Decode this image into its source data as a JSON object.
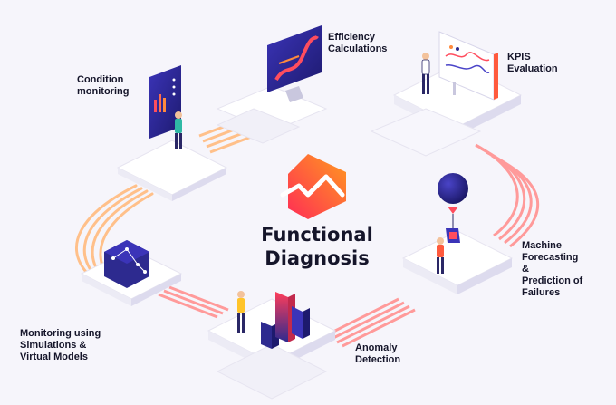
{
  "title": {
    "line1": "Functional",
    "line2": "Diagnosis"
  },
  "steps": {
    "condition_monitoring": {
      "line1": "Condition",
      "line2": "monitoring"
    },
    "efficiency_calculations": {
      "line1": "Efficiency",
      "line2": "Calculations"
    },
    "kpis_evaluation": {
      "line1": "KPIS",
      "line2": "Evaluation"
    },
    "machine_forecasting": {
      "line1": "Machine",
      "line2": "Forecasting",
      "line3": "&",
      "line4": "Prediction of",
      "line5": "Failures"
    },
    "anomaly_detection": {
      "line1": "Anomaly",
      "line2": "Detection"
    },
    "monitoring_simulations": {
      "line1": "Monitoring using",
      "line2": "Simulations &",
      "line3": "Virtual Models"
    }
  },
  "colors": {
    "brand_red": "#ff3d3d",
    "brand_orange": "#ff8a2a",
    "indigo": "#2d2a8f",
    "platform": "#ffffff"
  }
}
